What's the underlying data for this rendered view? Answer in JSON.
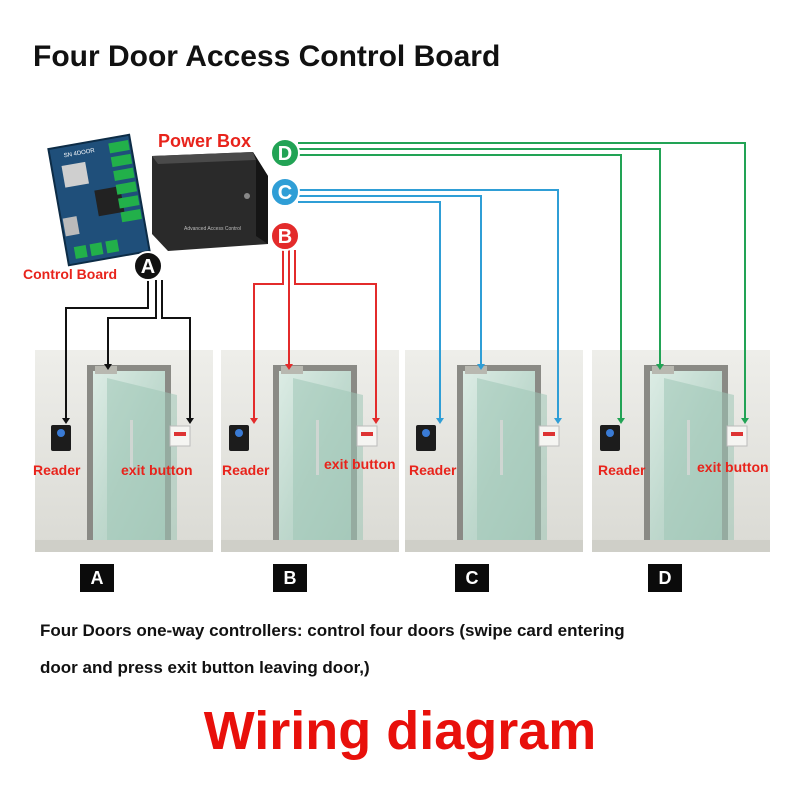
{
  "title": "Four Door Access Control Board",
  "devices": {
    "power_box_label": "Power Box",
    "control_board_label": "Control Board",
    "power_box_text": "Advanced Access Control",
    "board_text": "SN 4DOOR"
  },
  "doors": [
    {
      "letter": "A",
      "reader_label": "Reader",
      "exit_label": "exit button",
      "color": "#111111"
    },
    {
      "letter": "B",
      "reader_label": "Reader",
      "exit_label": "exit button",
      "color": "#e32b2b"
    },
    {
      "letter": "C",
      "reader_label": "Reader",
      "exit_label": "",
      "color": "#2f9ed6"
    },
    {
      "letter": "D",
      "reader_label": "Reader",
      "exit_label": "exit button",
      "color": "#22a355"
    }
  ],
  "caption_lines": [
    "Four Doors one-way controllers: control four doors (swipe card entering",
    "door and press exit button leaving door,)"
  ],
  "footer": "Wiring diagram"
}
